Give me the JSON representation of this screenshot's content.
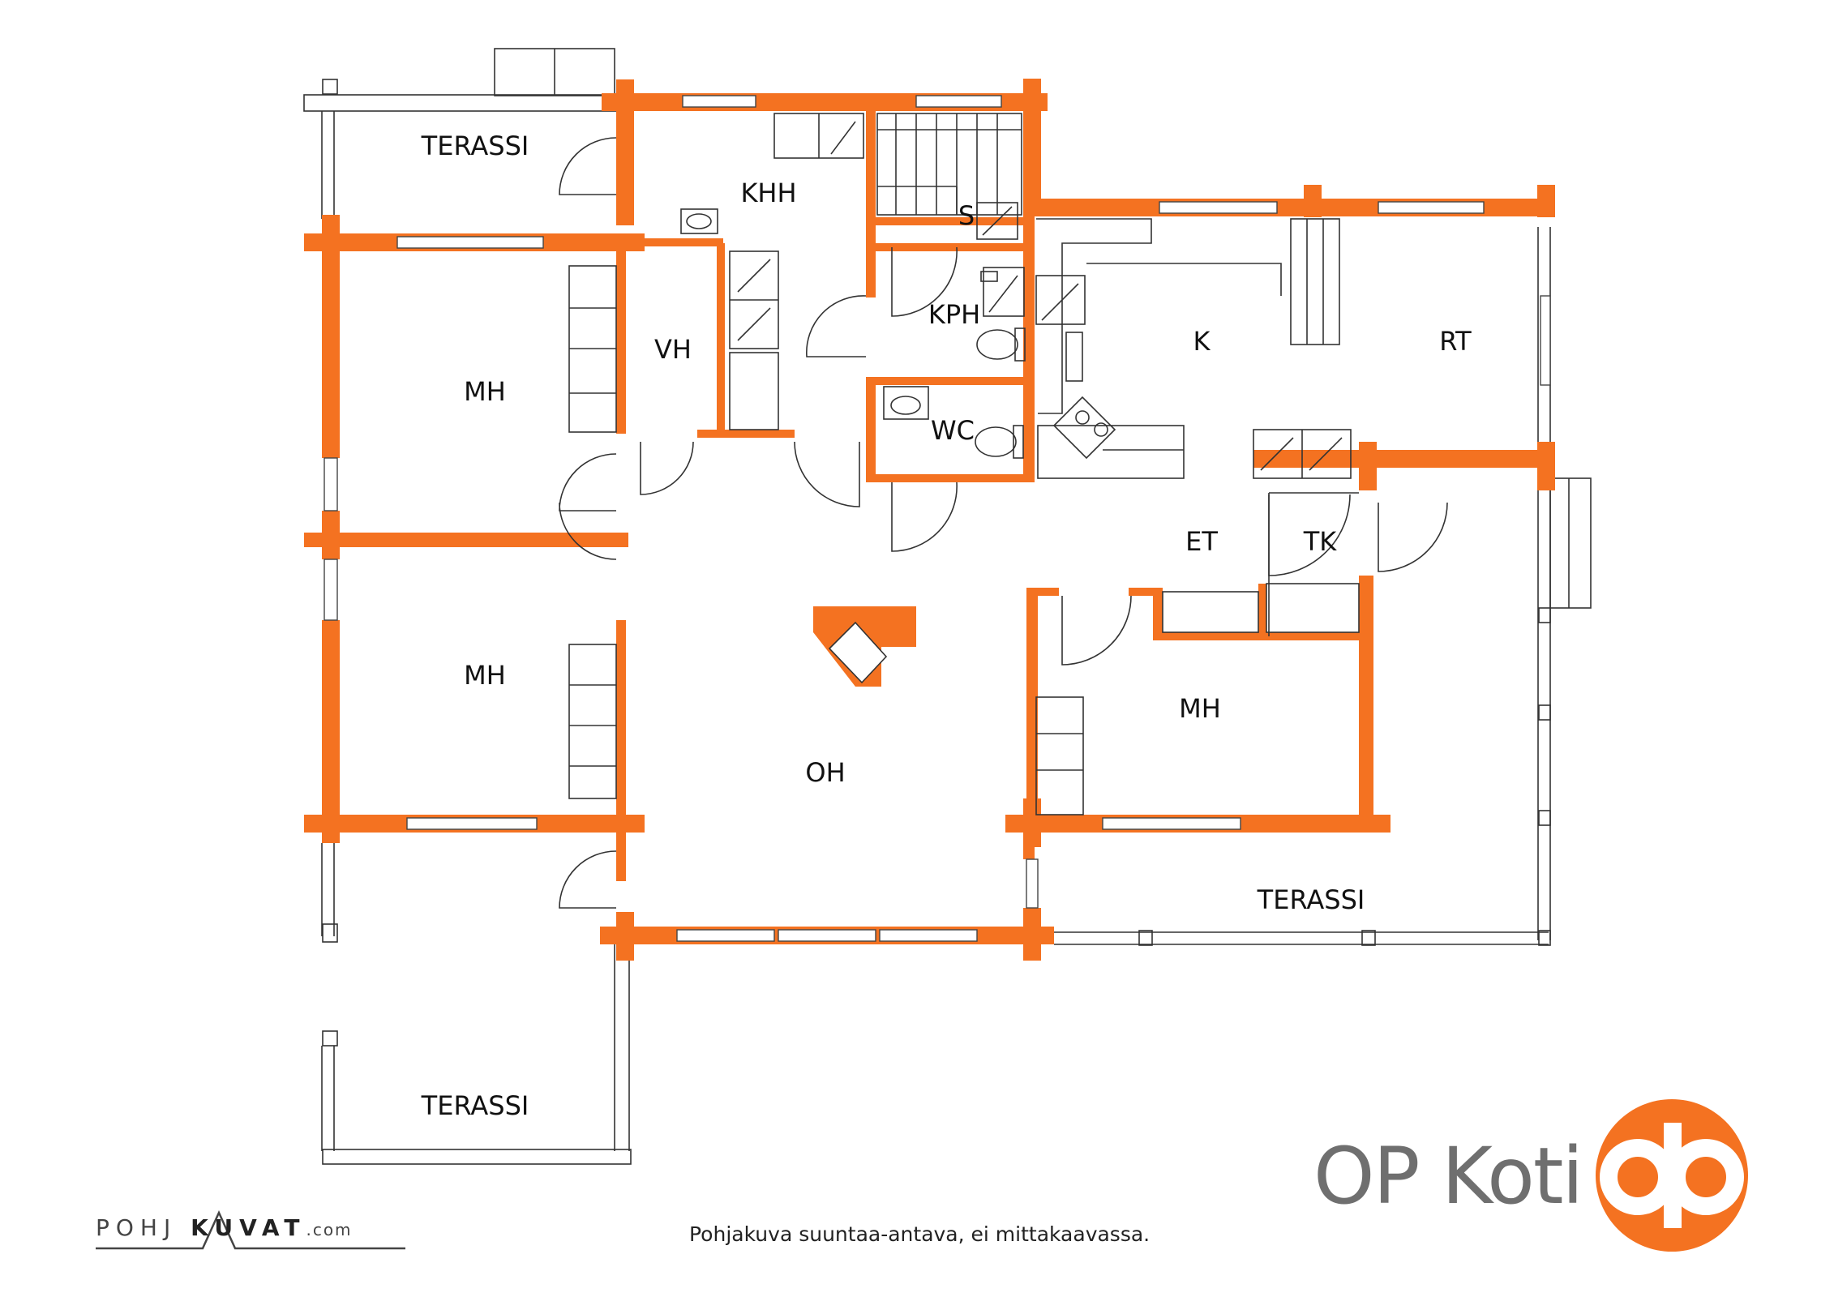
{
  "rooms": {
    "terassi_nw": "TERASSI",
    "khh": "KHH",
    "s": "S",
    "mh_top": "MH",
    "vh": "VH",
    "kph": "KPH",
    "wc": "WC",
    "k": "K",
    "rt": "RT",
    "et": "ET",
    "tk": "TK",
    "mh_mid": "MH",
    "oh": "OH",
    "mh_right": "MH",
    "terassi_se": "TERASSI",
    "terassi_sw": "TERASSI"
  },
  "caption": "Pohjakuva suuntaa-antava, ei mittakaavassa.",
  "brand": {
    "name": "OP Koti",
    "logo_color": "#f47221"
  },
  "watermark": {
    "part1": "POHJ",
    "part2": "KUVAT",
    "part3": ".com"
  },
  "colors": {
    "wall": "#f47221",
    "line": "#333333",
    "text": "#111111"
  }
}
